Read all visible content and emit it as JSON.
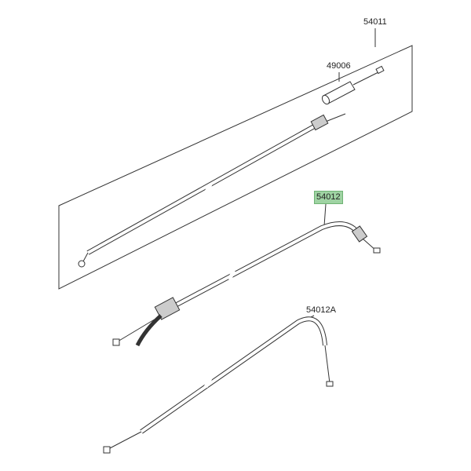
{
  "parts": [
    {
      "id": "54011",
      "highlighted": false
    },
    {
      "id": "49006",
      "highlighted": false
    },
    {
      "id": "54012",
      "highlighted": true
    },
    {
      "id": "54012A",
      "highlighted": false
    }
  ],
  "highlight_color": "#9fd3a3"
}
